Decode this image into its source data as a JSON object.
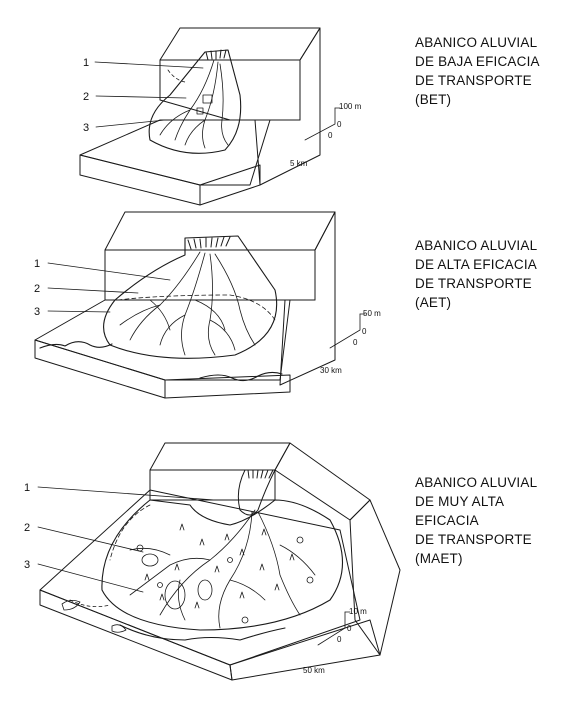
{
  "colors": {
    "dark_block": "#3d3d3d",
    "mid_block": "#9a9a9a",
    "light_surface": "#bcbcbc",
    "fan_fill": "#f4f4f4",
    "ink": "#1a1a1a"
  },
  "panels": [
    {
      "title_lines": [
        "ABANICO ALUVIAL",
        "DE BAJA EFICACIA",
        "DE TRANSPORTE",
        "(BET)"
      ],
      "labels": [
        "1",
        "2",
        "3"
      ],
      "scale": {
        "vertical": "100 m",
        "zero_a": "0",
        "zero_b": "0",
        "horizontal": "5 km"
      }
    },
    {
      "title_lines": [
        "ABANICO ALUVIAL",
        "DE ALTA EFICACIA",
        "DE TRANSPORTE",
        "(AET)"
      ],
      "labels": [
        "1",
        "2",
        "3"
      ],
      "scale": {
        "vertical": "50 m",
        "zero_a": "0",
        "zero_b": "0",
        "horizontal": "30 km"
      }
    },
    {
      "title_lines": [
        "ABANICO ALUVIAL",
        "DE MUY ALTA",
        "EFICACIA",
        "DE TRANSPORTE",
        "(MAET)"
      ],
      "labels": [
        "1",
        "2",
        "3"
      ],
      "scale": {
        "vertical": "10 m",
        "zero_a": "0",
        "zero_b": "0",
        "horizontal": "50 km"
      }
    }
  ]
}
